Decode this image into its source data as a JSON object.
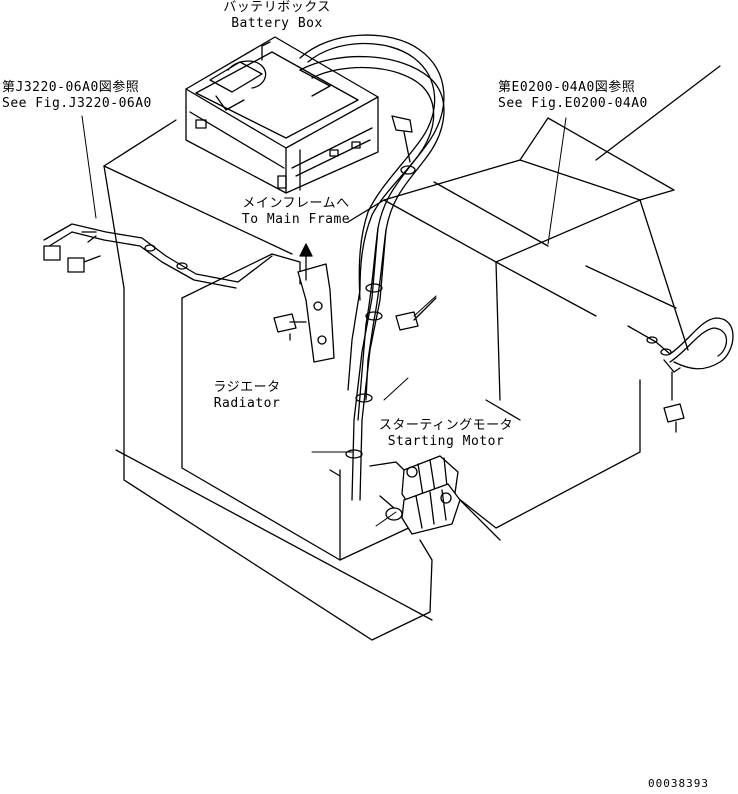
{
  "labels": {
    "battery_box_jp": "バッテリボックス",
    "battery_box_en": "Battery Box",
    "ref_j3220_jp": "第J3220-06A0図参照",
    "ref_j3220_en": "See Fig.J3220-06A0",
    "ref_e0200_jp": "第E0200-04A0図参照",
    "ref_e0200_en": "See Fig.E0200-04A0",
    "main_frame_jp": "メインフレームへ",
    "main_frame_en": "To Main Frame",
    "radiator_jp": "ラジエータ",
    "radiator_en": "Radiator",
    "starting_motor_jp": "スターティングモータ",
    "starting_motor_en": "Starting Motor"
  },
  "drawing_number": "00038393",
  "colors": {
    "line": "#000000",
    "background": "#ffffff"
  }
}
